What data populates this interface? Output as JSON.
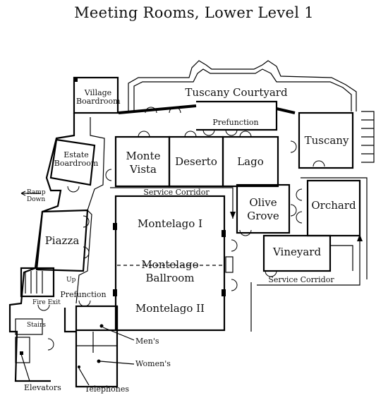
{
  "title": "Meeting Rooms, Lower Level 1",
  "rooms": {
    "village_boardroom": "Village\nBoardroom",
    "tuscany_courtyard": "Tuscany Courtyard",
    "prefunction_top": "Prefunction",
    "tuscany": "Tuscany",
    "monte_vista": "Monte\nVista",
    "deserto": "Deserto",
    "lago": "Lago",
    "estate_boardroom": "Estate\nBoardroom",
    "olive_grove": "Olive\nGrove",
    "orchard": "Orchard",
    "montelago_1": "Montelago I",
    "montelago_ballroom": "Montelago\nBallroom",
    "montelago_2": "Montelago II",
    "vineyard": "Vineyard",
    "piazza": "Piazza",
    "prefunction_bottom": "Prefunction"
  },
  "labels": {
    "service_corridor_top": "Service Corridor",
    "service_corridor_bottom": "Service Corridor",
    "ramp_down": "Ramp\nDown",
    "up": "Up",
    "fire_exit": "Fire Exit",
    "stairs": "Stairs",
    "mens": "Men's",
    "womens": "Women's",
    "elevators": "Elevators",
    "telephones": "Telephones"
  }
}
